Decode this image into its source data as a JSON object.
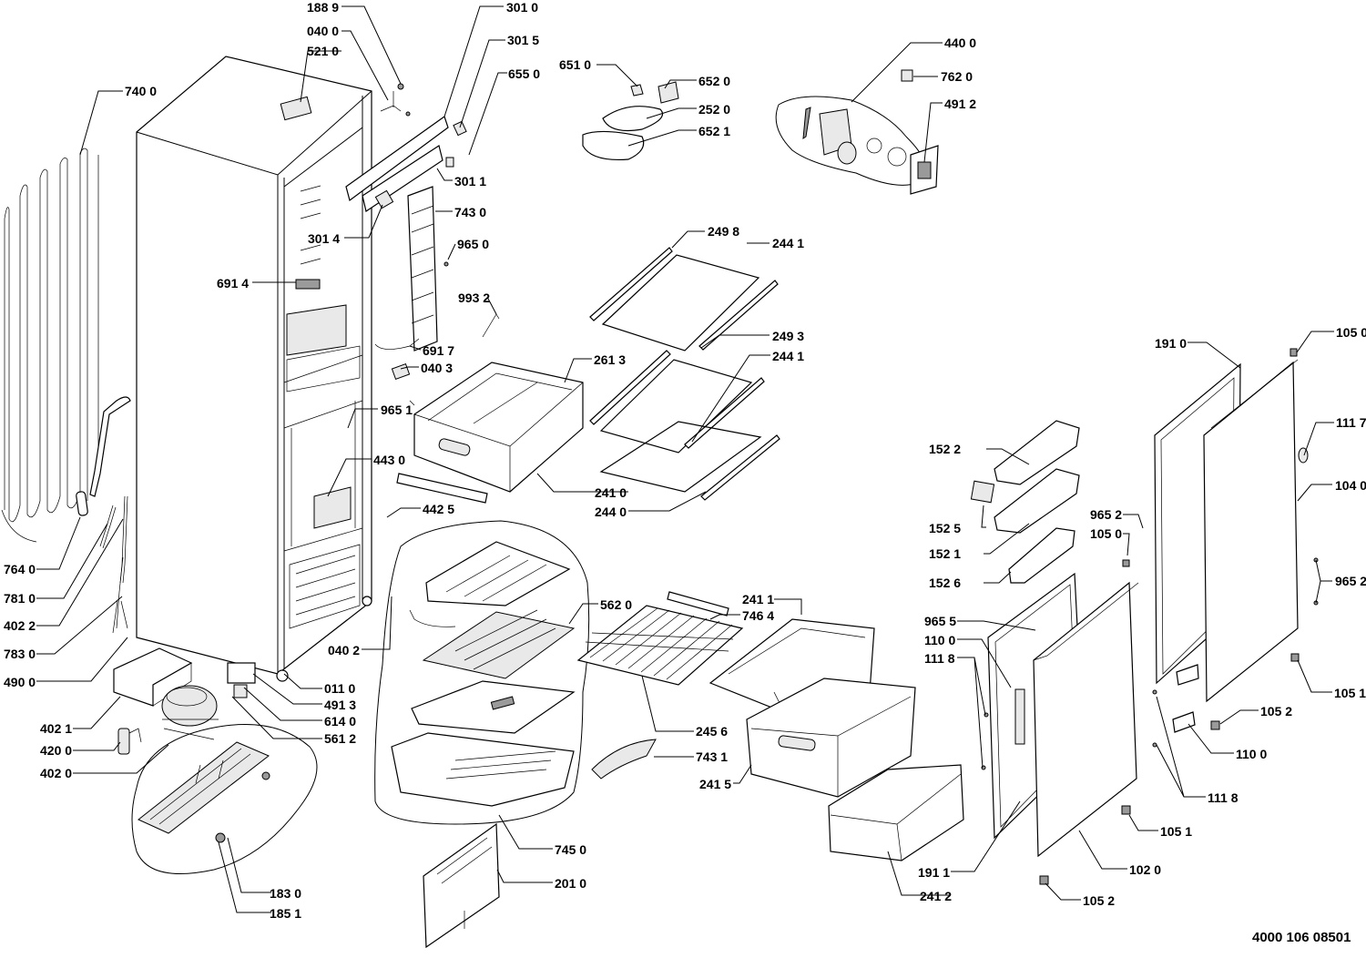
{
  "document_number": "4000 106 08501",
  "callouts": [
    {
      "id": "c1889",
      "text": "188 9"
    },
    {
      "id": "c0400",
      "text": "040 0"
    },
    {
      "id": "c5210",
      "text": "521 0"
    },
    {
      "id": "c7400",
      "text": "740 0"
    },
    {
      "id": "c3010",
      "text": "301 0"
    },
    {
      "id": "c3015",
      "text": "301 5"
    },
    {
      "id": "c6550",
      "text": "655 0"
    },
    {
      "id": "c6510",
      "text": "651 0"
    },
    {
      "id": "c6520",
      "text": "652 0"
    },
    {
      "id": "c2520",
      "text": "252 0"
    },
    {
      "id": "c6521",
      "text": "652 1"
    },
    {
      "id": "c4400",
      "text": "440 0"
    },
    {
      "id": "c7620",
      "text": "762 0"
    },
    {
      "id": "c4912",
      "text": "491 2"
    },
    {
      "id": "c3011",
      "text": "301 1"
    },
    {
      "id": "c7430",
      "text": "743 0"
    },
    {
      "id": "c3014",
      "text": "301 4"
    },
    {
      "id": "c9650",
      "text": "965 0"
    },
    {
      "id": "c2498",
      "text": "249 8"
    },
    {
      "id": "c2441a",
      "text": "244 1"
    },
    {
      "id": "c6914",
      "text": "691 4"
    },
    {
      "id": "c9932",
      "text": "993 2"
    },
    {
      "id": "c2493",
      "text": "249 3"
    },
    {
      "id": "c6917",
      "text": "691 7"
    },
    {
      "id": "c0403",
      "text": "040 3"
    },
    {
      "id": "c2613",
      "text": "261 3"
    },
    {
      "id": "c2441b",
      "text": "244 1"
    },
    {
      "id": "c1050a",
      "text": "105 0"
    },
    {
      "id": "c1910",
      "text": "191 0"
    },
    {
      "id": "c9651",
      "text": "965 1"
    },
    {
      "id": "c1117",
      "text": "111 7"
    },
    {
      "id": "c4430",
      "text": "443 0"
    },
    {
      "id": "c1522",
      "text": "152 2"
    },
    {
      "id": "c1040",
      "text": "104 0"
    },
    {
      "id": "c2410",
      "text": "241 0"
    },
    {
      "id": "c4425",
      "text": "442 5"
    },
    {
      "id": "c2440",
      "text": "244 0"
    },
    {
      "id": "c1525",
      "text": "152 5"
    },
    {
      "id": "c9652a",
      "text": "965 2"
    },
    {
      "id": "c1050b",
      "text": "105 0"
    },
    {
      "id": "c1521",
      "text": "152 1"
    },
    {
      "id": "c7640",
      "text": "764 0"
    },
    {
      "id": "c1526",
      "text": "152 6"
    },
    {
      "id": "c9652b",
      "text": "965 2"
    },
    {
      "id": "c7810",
      "text": "781 0"
    },
    {
      "id": "c5620",
      "text": "562 0"
    },
    {
      "id": "c2411",
      "text": "241 1"
    },
    {
      "id": "c4022",
      "text": "402 2"
    },
    {
      "id": "c7464",
      "text": "746 4"
    },
    {
      "id": "c9655",
      "text": "965 5"
    },
    {
      "id": "c0402",
      "text": "040 2"
    },
    {
      "id": "c7830",
      "text": "783 0"
    },
    {
      "id": "c1100a",
      "text": "110 0"
    },
    {
      "id": "c1118a",
      "text": "111 8"
    },
    {
      "id": "c4900",
      "text": "490 0"
    },
    {
      "id": "c0110",
      "text": "011 0"
    },
    {
      "id": "c1051a",
      "text": "105 1"
    },
    {
      "id": "c4913",
      "text": "491 3"
    },
    {
      "id": "c4021",
      "text": "402 1"
    },
    {
      "id": "c1052a",
      "text": "105 2"
    },
    {
      "id": "c6140",
      "text": "614 0"
    },
    {
      "id": "c2456",
      "text": "245 6"
    },
    {
      "id": "c5612",
      "text": "561 2"
    },
    {
      "id": "c4200",
      "text": "420 0"
    },
    {
      "id": "c7431",
      "text": "743 1"
    },
    {
      "id": "c1100b",
      "text": "110 0"
    },
    {
      "id": "c4020",
      "text": "402 0"
    },
    {
      "id": "c2415",
      "text": "241 5"
    },
    {
      "id": "c1118b",
      "text": "111 8"
    },
    {
      "id": "c1051b",
      "text": "105 1"
    },
    {
      "id": "c7450",
      "text": "745 0"
    },
    {
      "id": "c1911",
      "text": "191 1"
    },
    {
      "id": "c1020",
      "text": "102 0"
    },
    {
      "id": "c2010",
      "text": "201 0"
    },
    {
      "id": "c1830",
      "text": "183 0"
    },
    {
      "id": "c2412",
      "text": "241 2"
    },
    {
      "id": "c1052b",
      "text": "105 2"
    },
    {
      "id": "c1851",
      "text": "185 1"
    }
  ]
}
